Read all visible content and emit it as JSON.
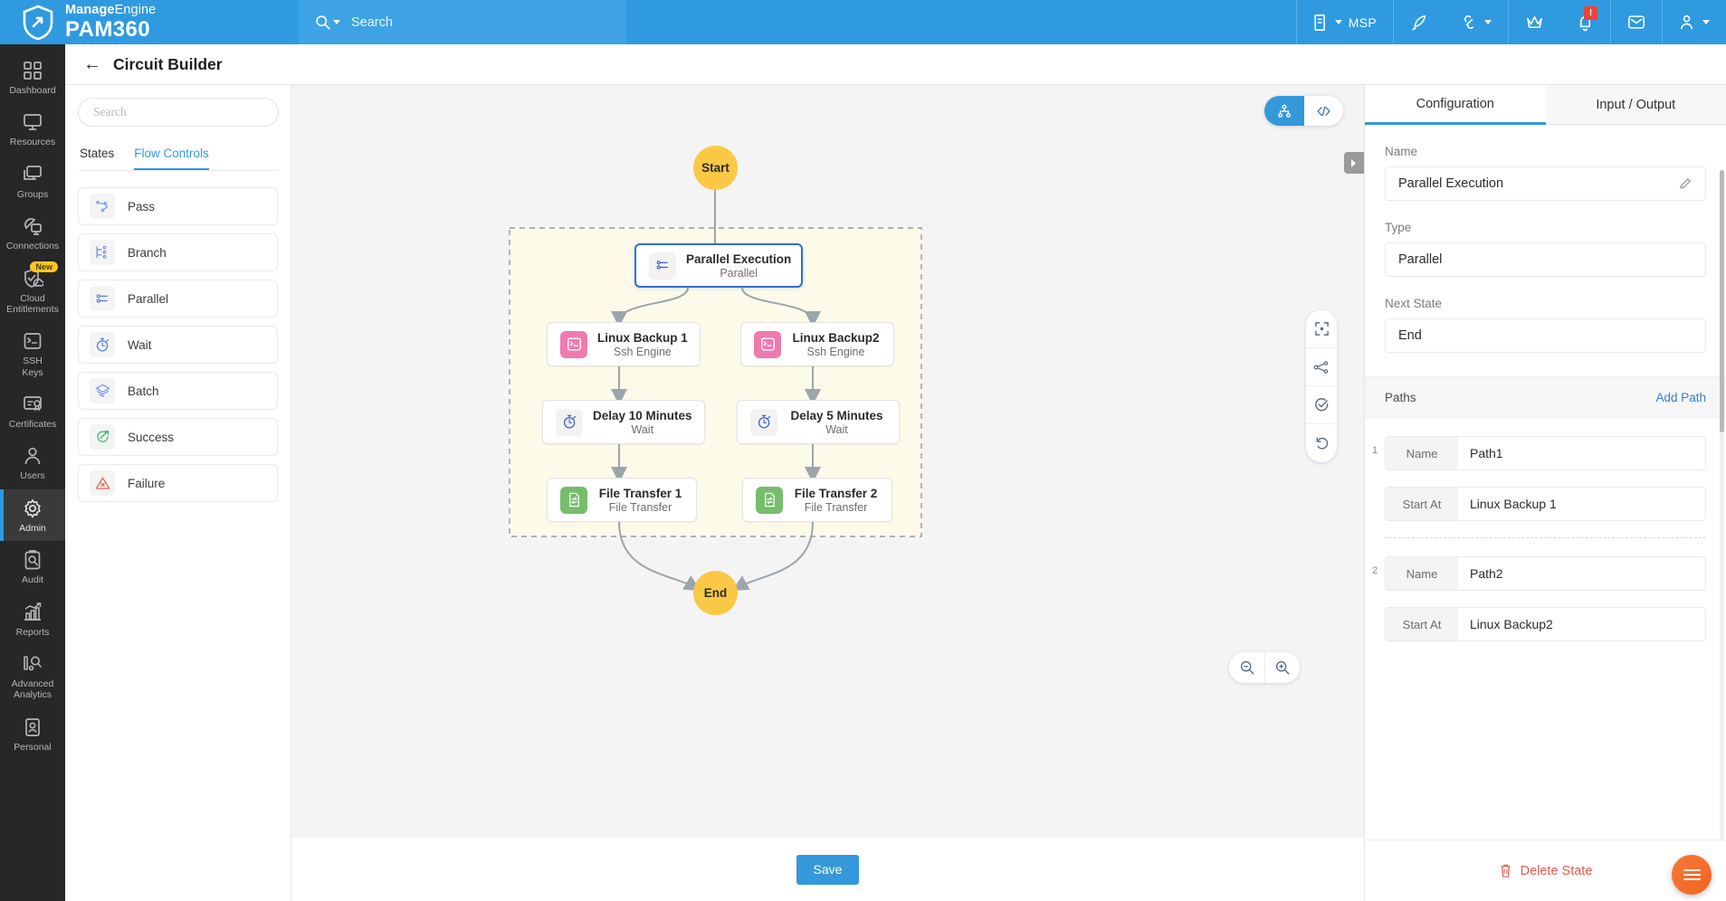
{
  "header": {
    "brand_prefix": "Manage",
    "brand_suffix": "Engine",
    "product": "PAM360",
    "search_placeholder": "Search",
    "msp_label": "MSP",
    "notification_badge": "!",
    "icons": [
      "search-icon",
      "building-icon",
      "rocket-icon",
      "link-icon",
      "crown-icon",
      "bell-icon",
      "mail-icon",
      "user-icon"
    ]
  },
  "sidebar": {
    "items": [
      {
        "label": "Dashboard",
        "icon": "grid-icon",
        "active": false
      },
      {
        "label": "Resources",
        "icon": "monitor-icon",
        "active": false
      },
      {
        "label": "Groups",
        "icon": "monitors-icon",
        "active": false
      },
      {
        "label": "Connections",
        "icon": "connection-icon",
        "active": false
      },
      {
        "label": "Cloud Entitlements",
        "icon": "cloud-shield-icon",
        "active": false,
        "badge": "New"
      },
      {
        "label": "SSH Keys",
        "icon": "ssh-terminal-icon",
        "active": false
      },
      {
        "label": "Certificates",
        "icon": "certificate-icon",
        "active": false
      },
      {
        "label": "Users",
        "icon": "person-icon",
        "active": false
      },
      {
        "label": "Admin",
        "icon": "gear-icon",
        "active": true
      },
      {
        "label": "Audit",
        "icon": "clipboard-search-icon",
        "active": false
      },
      {
        "label": "Reports",
        "icon": "bar-chart-icon",
        "active": false
      },
      {
        "label": "Advanced Analytics",
        "icon": "analytics-icon",
        "active": false
      },
      {
        "label": "Personal",
        "icon": "id-card-icon",
        "active": false
      }
    ]
  },
  "page": {
    "title": "Circuit Builder",
    "back_icon": "arrow-left-icon"
  },
  "palette": {
    "search_placeholder": "Search",
    "tabs": [
      {
        "label": "States",
        "active": false
      },
      {
        "label": "Flow Controls",
        "active": true
      }
    ],
    "items": [
      {
        "label": "Pass",
        "icon": "pass-icon",
        "color": "#6d8ff0"
      },
      {
        "label": "Branch",
        "icon": "branch-icon",
        "color": "#6d8ff0"
      },
      {
        "label": "Parallel",
        "icon": "parallel-icon",
        "color": "#5b7be0"
      },
      {
        "label": "Wait",
        "icon": "stopwatch-icon",
        "color": "#5b7be0"
      },
      {
        "label": "Batch",
        "icon": "layers-icon",
        "color": "#6d8ff0"
      },
      {
        "label": "Success",
        "icon": "success-target-icon",
        "color": "#42b86a"
      },
      {
        "label": "Failure",
        "icon": "failure-warning-icon",
        "color": "#e8604f"
      }
    ]
  },
  "canvas": {
    "start_label": "Start",
    "end_label": "End",
    "view_toggle": [
      {
        "icon": "hierarchy-icon",
        "active": true
      },
      {
        "icon": "code-icon",
        "active": false
      }
    ],
    "side_tools": [
      "fit-to-screen-icon",
      "layout-graph-icon",
      "validate-check-icon",
      "undo-icon"
    ],
    "zoom_out_icon": "zoom-out-icon",
    "zoom_in_icon": "zoom-in-icon",
    "panel_handle_icon": "chevron-right-icon",
    "nodes": [
      {
        "title": "Parallel Execution",
        "subtitle": "Parallel",
        "icon": "parallel-icon",
        "color": "#f2f2f2",
        "selected": true
      },
      {
        "title": "Linux Backup 1",
        "subtitle": "Ssh Engine",
        "icon": "ssh-terminal-icon",
        "color": "#ee7ab0",
        "selected": false
      },
      {
        "title": "Linux Backup2",
        "subtitle": "Ssh Engine",
        "icon": "ssh-terminal-icon",
        "color": "#ee7ab0",
        "selected": false
      },
      {
        "title": "Delay 10 Minutes",
        "subtitle": "Wait",
        "icon": "stopwatch-icon",
        "color": "#f2f2f2",
        "selected": false
      },
      {
        "title": "Delay 5 Minutes",
        "subtitle": "Wait",
        "icon": "stopwatch-icon",
        "color": "#f2f2f2",
        "selected": false
      },
      {
        "title": "File Transfer 1",
        "subtitle": "File Transfer",
        "icon": "file-transfer-icon",
        "color": "#76bd6c",
        "selected": false
      },
      {
        "title": "File Transfer 2",
        "subtitle": "File Transfer",
        "icon": "file-transfer-icon",
        "color": "#76bd6c",
        "selected": false
      }
    ],
    "save_label": "Save"
  },
  "config": {
    "tabs": [
      {
        "label": "Configuration",
        "active": true
      },
      {
        "label": "Input / Output",
        "active": false
      }
    ],
    "name_label": "Name",
    "name_value": "Parallel Execution",
    "name_edit_icon": "pencil-icon",
    "type_label": "Type",
    "type_value": "Parallel",
    "next_state_label": "Next State",
    "next_state_value": "End",
    "paths_title": "Paths",
    "add_path_label": "Add Path",
    "paths": [
      {
        "index": "1",
        "name_key": "Name",
        "name_value": "Path1",
        "start_key": "Start At",
        "start_value": "Linux Backup 1"
      },
      {
        "index": "2",
        "name_key": "Name",
        "name_value": "Path2",
        "start_key": "Start At",
        "start_value": "Linux Backup2"
      }
    ],
    "delete_label": "Delete State",
    "delete_icon": "trash-icon"
  },
  "fab": {
    "icon": "menu-icon"
  },
  "colors": {
    "brand_blue": "#2f9ae0",
    "accent_blue": "#3498db",
    "terminal_yellow": "#fbc846",
    "parallel_bg": "#fdfaea",
    "danger_red": "#e05c4e",
    "fab_orange": "#f4621f"
  }
}
